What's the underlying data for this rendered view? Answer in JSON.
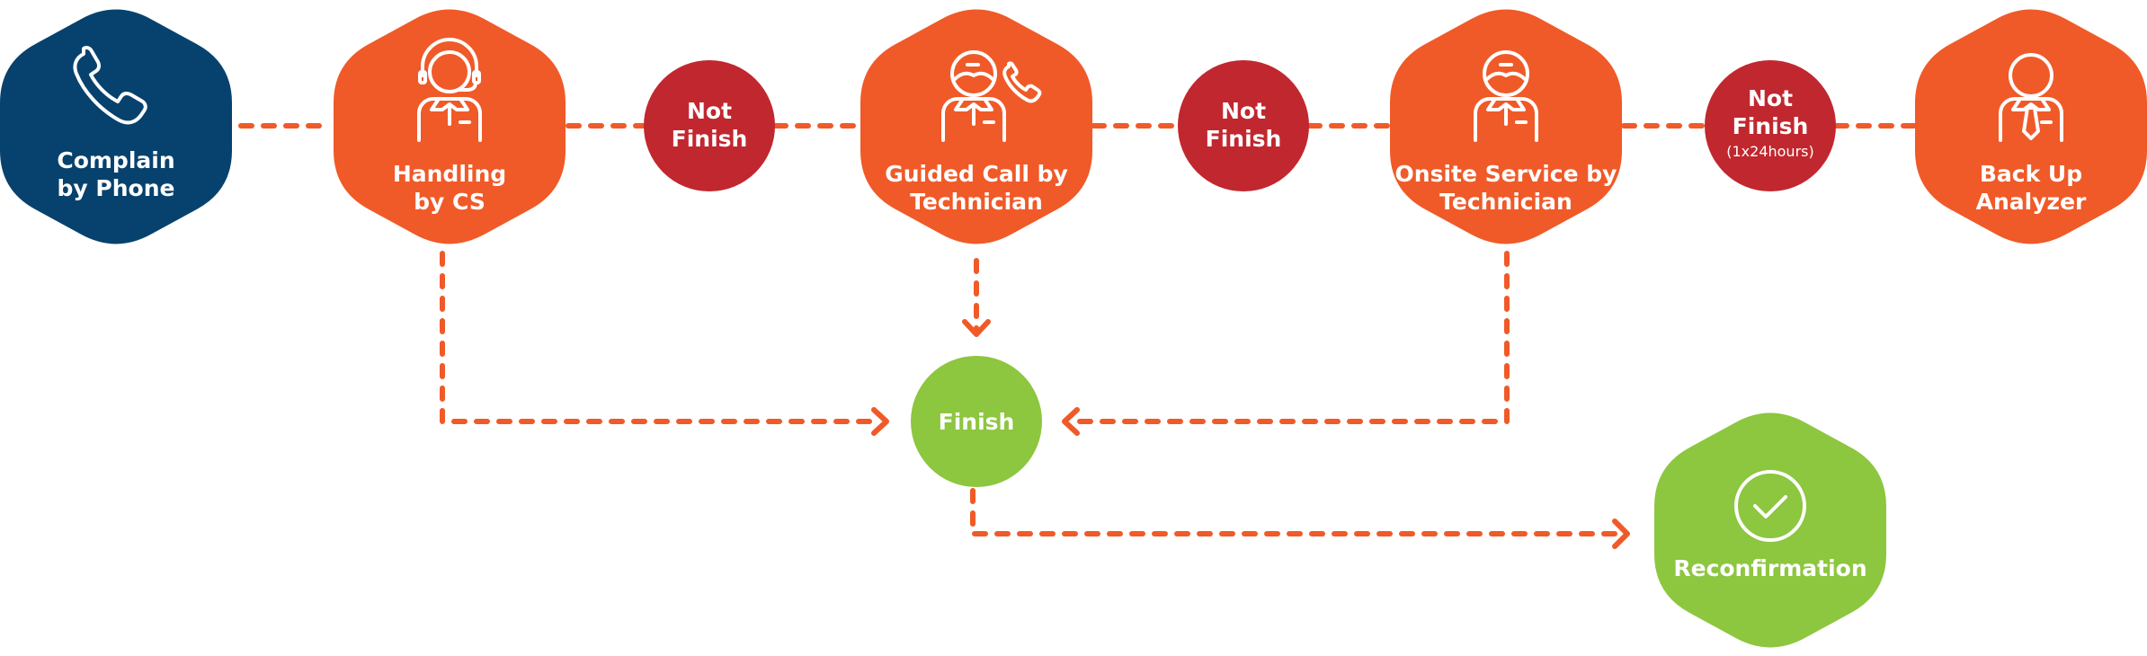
{
  "colors": {
    "start": "#07426E",
    "step": "#F05A28",
    "not_finish": "#C1272F",
    "finish": "#8DC63F",
    "connector": "#F05A28"
  },
  "nodes": {
    "complain": {
      "lines": [
        "Complain",
        "by Phone"
      ],
      "icon": "phone-icon"
    },
    "handling": {
      "lines": [
        "Handling",
        "by CS"
      ],
      "icon": "headset-agent-icon"
    },
    "guided": {
      "lines": [
        "Guided Call by",
        "Technician"
      ],
      "icon": "technician-phone-icon"
    },
    "onsite": {
      "lines": [
        "Onsite Service by",
        "Technician"
      ],
      "icon": "technician-icon"
    },
    "backup": {
      "lines": [
        "Back Up",
        "Analyzer"
      ],
      "icon": "businessman-icon"
    },
    "reconfirmation": {
      "lines": [
        "Reconfirmation"
      ],
      "icon": "check-circle-icon"
    }
  },
  "decisions": {
    "not_finish_1": {
      "lines": [
        "Not",
        "Finish"
      ]
    },
    "not_finish_2": {
      "lines": [
        "Not",
        "Finish"
      ]
    },
    "not_finish_3": {
      "lines": [
        "Not",
        "Finish"
      ],
      "sub": "(1x24hours)"
    },
    "finish": {
      "lines": [
        "Finish"
      ]
    }
  }
}
